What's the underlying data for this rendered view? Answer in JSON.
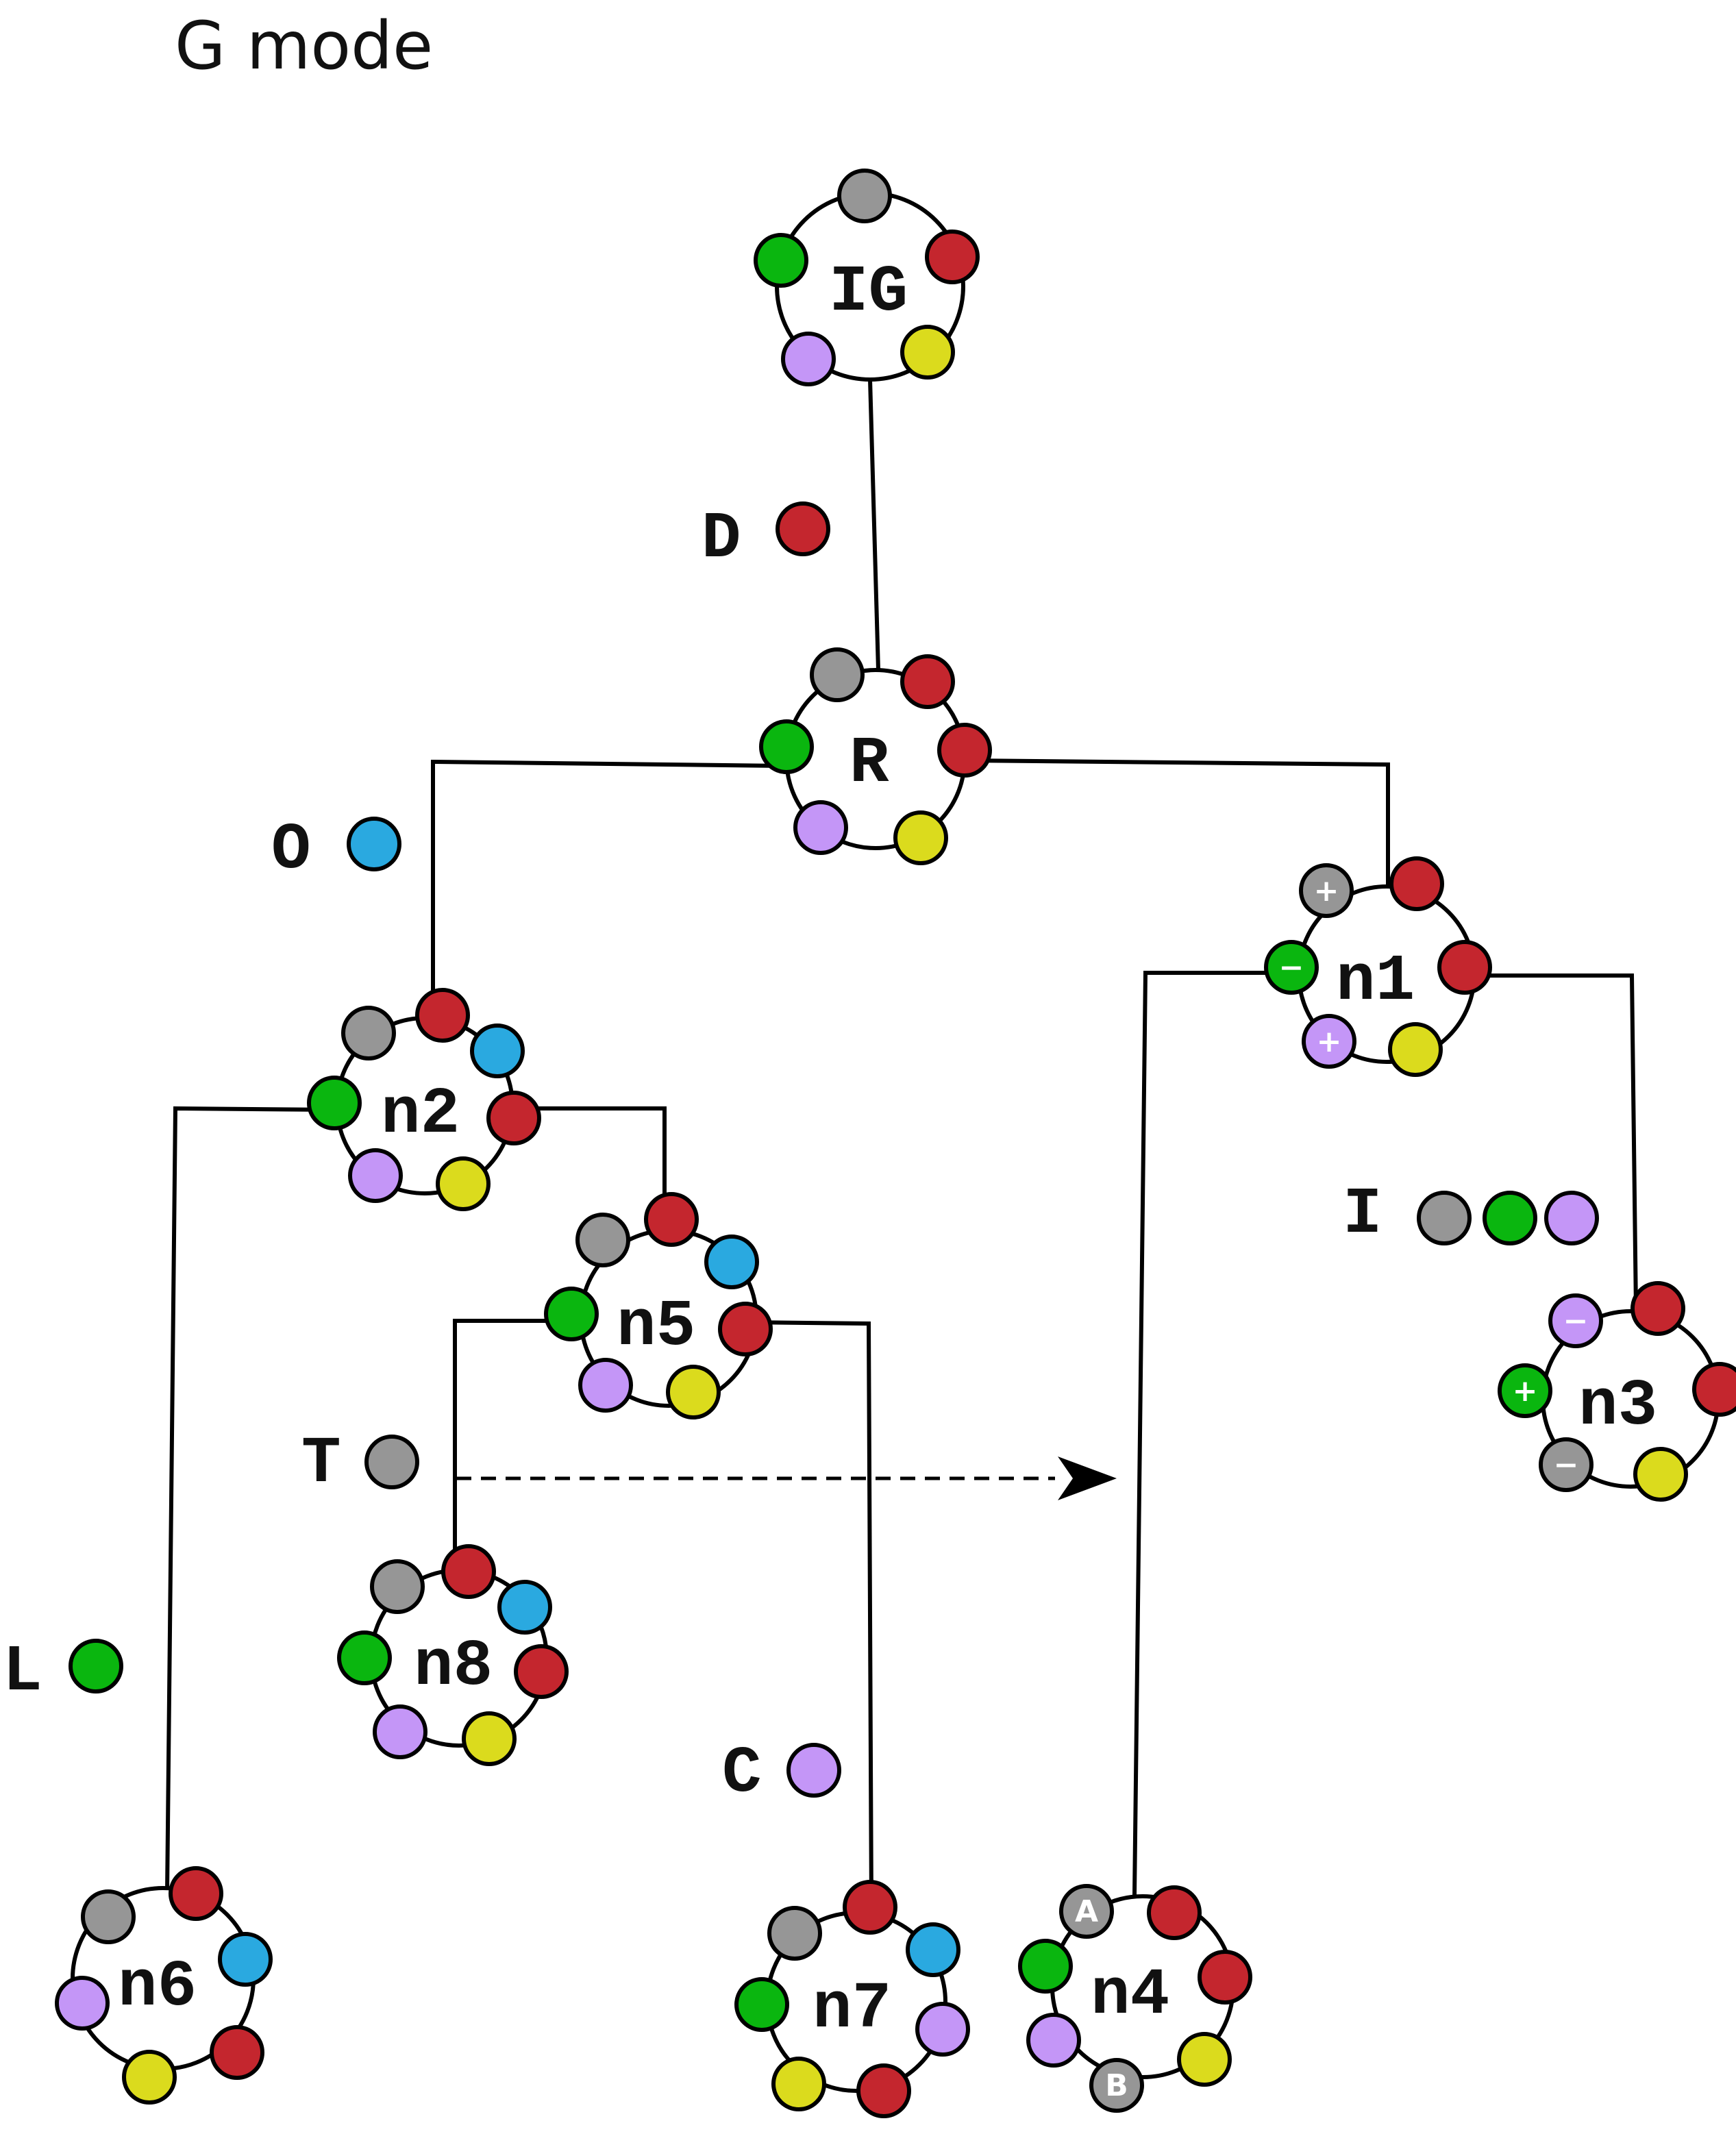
{
  "title": "G mode",
  "colors": {
    "gray": "#969696",
    "red": "#c4262e",
    "green": "#0ab60f",
    "blue": "#2aa9e0",
    "purple": "#c496f7",
    "yellow": "#dbdb1d",
    "line": "#000000"
  },
  "nodes": [
    {
      "id": "IG",
      "label": "IG",
      "dots": [
        {
          "c": "gray"
        },
        {
          "c": "red"
        },
        {
          "c": "yellow"
        },
        {
          "c": "purple"
        },
        {
          "c": "green"
        }
      ]
    },
    {
      "id": "R",
      "label": "R",
      "dots": [
        {
          "c": "gray"
        },
        {
          "c": "red"
        },
        {
          "c": "red"
        },
        {
          "c": "yellow"
        },
        {
          "c": "purple"
        },
        {
          "c": "green"
        }
      ]
    },
    {
      "id": "n1",
      "label": "n1",
      "dots": [
        {
          "c": "gray",
          "badge": "+"
        },
        {
          "c": "red"
        },
        {
          "c": "red"
        },
        {
          "c": "yellow"
        },
        {
          "c": "purple",
          "badge": "+"
        },
        {
          "c": "green",
          "badge": "−"
        }
      ]
    },
    {
      "id": "n2",
      "label": "n2",
      "dots": [
        {
          "c": "gray"
        },
        {
          "c": "red"
        },
        {
          "c": "blue"
        },
        {
          "c": "red"
        },
        {
          "c": "yellow"
        },
        {
          "c": "purple"
        },
        {
          "c": "green"
        }
      ]
    },
    {
      "id": "n3",
      "label": "n3",
      "dots": [
        {
          "c": "purple",
          "badge": "−"
        },
        {
          "c": "red"
        },
        {
          "c": "red"
        },
        {
          "c": "yellow"
        },
        {
          "c": "gray",
          "badge": "−"
        },
        {
          "c": "green",
          "badge": "+"
        }
      ]
    },
    {
      "id": "n5",
      "label": "n5",
      "dots": [
        {
          "c": "gray"
        },
        {
          "c": "red"
        },
        {
          "c": "blue"
        },
        {
          "c": "red"
        },
        {
          "c": "yellow"
        },
        {
          "c": "purple"
        },
        {
          "c": "green"
        }
      ]
    },
    {
      "id": "n8",
      "label": "n8",
      "dots": [
        {
          "c": "gray"
        },
        {
          "c": "red"
        },
        {
          "c": "blue"
        },
        {
          "c": "red"
        },
        {
          "c": "yellow"
        },
        {
          "c": "purple"
        },
        {
          "c": "green"
        }
      ]
    },
    {
      "id": "n6",
      "label": "n6",
      "dots": [
        {
          "c": "gray"
        },
        {
          "c": "red"
        },
        {
          "c": "blue"
        },
        {
          "c": "red"
        },
        {
          "c": "yellow"
        },
        {
          "c": "purple"
        }
      ]
    },
    {
      "id": "n7",
      "label": "n7",
      "dots": [
        {
          "c": "gray"
        },
        {
          "c": "red"
        },
        {
          "c": "blue"
        },
        {
          "c": "purple"
        },
        {
          "c": "red"
        },
        {
          "c": "yellow"
        },
        {
          "c": "green"
        }
      ]
    },
    {
      "id": "n4",
      "label": "n4",
      "dots": [
        {
          "c": "gray",
          "badge": "A"
        },
        {
          "c": "red"
        },
        {
          "c": "red"
        },
        {
          "c": "yellow"
        },
        {
          "c": "gray",
          "badge": "B"
        },
        {
          "c": "purple"
        },
        {
          "c": "green"
        }
      ]
    }
  ],
  "edges": [
    {
      "from": "IG",
      "to": "R"
    },
    {
      "from": "R",
      "to": "n2"
    },
    {
      "from": "R",
      "to": "n1"
    },
    {
      "from": "n2",
      "to": "n6"
    },
    {
      "from": "n2",
      "to": "n5"
    },
    {
      "from": "n5",
      "to": "n8"
    },
    {
      "from": "n5",
      "to": "n7"
    },
    {
      "from": "n1",
      "to": "n4"
    },
    {
      "from": "n1",
      "to": "n3"
    },
    {
      "from": "T",
      "to": "n4",
      "style": "dashed-arrow"
    }
  ],
  "events": [
    {
      "label": "D",
      "dots": [
        "red"
      ]
    },
    {
      "label": "O",
      "dots": [
        "blue"
      ]
    },
    {
      "label": "I",
      "dots": [
        "gray",
        "green",
        "purple"
      ]
    },
    {
      "label": "T",
      "dots": [
        "gray"
      ]
    },
    {
      "label": "L",
      "dots": [
        "green"
      ]
    },
    {
      "label": "C",
      "dots": [
        "purple"
      ]
    }
  ]
}
